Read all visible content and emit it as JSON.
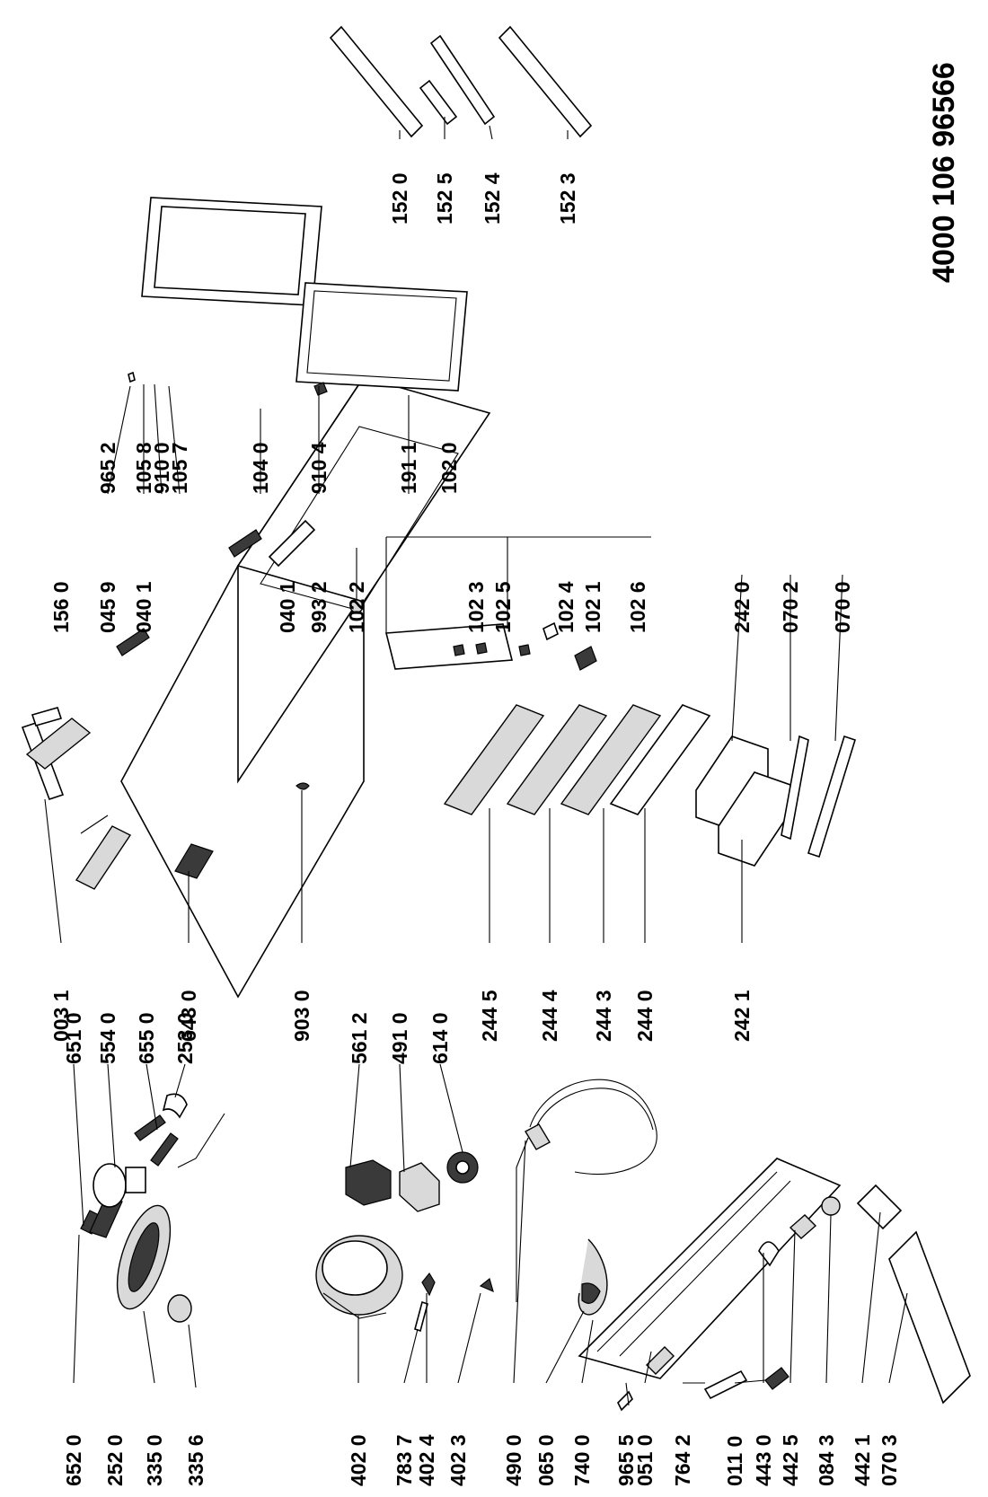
{
  "document_number": "4000 106 96566",
  "part_labels": [
    "651 0",
    "554 0",
    "655 0",
    "253 0",
    "652 0",
    "252 0",
    "335 0",
    "335 6",
    "402 0",
    "783 7",
    "402 4",
    "402 3",
    "561 2",
    "491 0",
    "614 0",
    "490 0",
    "065 0",
    "740 0",
    "965 5",
    "051 0",
    "764 2",
    "011 0",
    "443 0",
    "442 5",
    "084 3",
    "442 1",
    "070 3",
    "003 1",
    "643 0",
    "903 0",
    "156 0",
    "045 9",
    "040 1",
    "040 1",
    "993 2",
    "244 5",
    "244 4",
    "244 3",
    "244 0",
    "242 1",
    "242 0",
    "070 2",
    "070 0",
    "102 2",
    "102 3",
    "102 5",
    "102 4",
    "102 1",
    "102 6",
    "965 2",
    "105 8",
    "910 0",
    "105 7",
    "104 0",
    "910 4",
    "191 1",
    "102 0",
    "152 0",
    "152 5",
    "152 4",
    "152 3"
  ]
}
